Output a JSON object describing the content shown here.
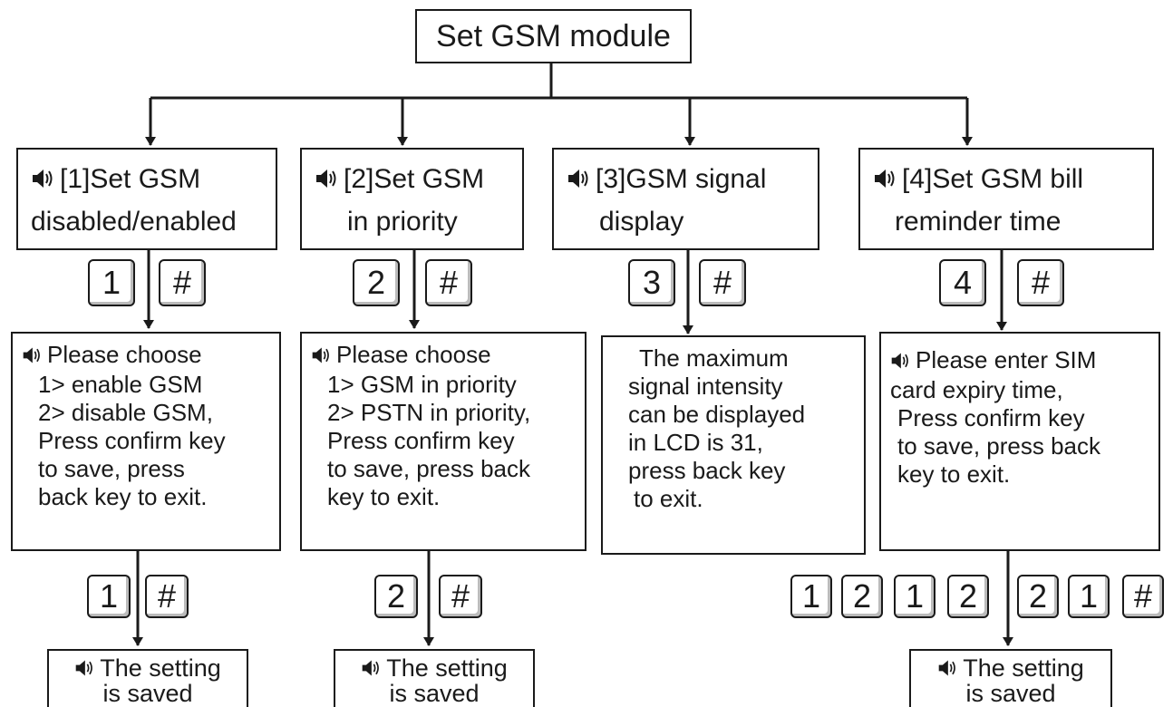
{
  "root": {
    "label": "Set GSM module"
  },
  "icons": {
    "speaker": "speaker-icon"
  },
  "options": [
    {
      "line1": "[1]Set GSM",
      "line2": "disabled/enabled",
      "menu_keys": [
        "1",
        "#"
      ],
      "prompt": [
        "Please choose",
        "1> enable GSM",
        "2> disable GSM,",
        "Press confirm key",
        "to save, press",
        "back key to exit."
      ],
      "confirm_keys": [
        "1",
        "#"
      ],
      "result": [
        "The setting",
        "is saved"
      ]
    },
    {
      "line1": "[2]Set GSM",
      "line2": "in priority",
      "menu_keys": [
        "2",
        "#"
      ],
      "prompt": [
        "Please choose",
        "1> GSM in priority",
        "2> PSTN in priority,",
        "Press confirm key",
        "to save, press back",
        "key to exit."
      ],
      "confirm_keys": [
        "2",
        "#"
      ],
      "result": [
        "The setting",
        "is saved"
      ]
    },
    {
      "line1": "[3]GSM signal",
      "line2": "display",
      "menu_keys": [
        "3",
        "#"
      ],
      "prompt": [
        "The maximum",
        "signal intensity",
        "can be displayed",
        "in LCD is 31,",
        "press back key",
        "to exit."
      ]
    },
    {
      "line1": "[4]Set GSM bill",
      "line2": "reminder time",
      "menu_keys": [
        "4",
        "#"
      ],
      "prompt": [
        "Please enter SIM",
        "card expiry time,",
        "Press confirm key",
        "to save, press back",
        "key to exit."
      ],
      "confirm_keys": [
        "1",
        "2",
        "1",
        "2",
        "2",
        "1",
        "#"
      ],
      "result": [
        "The setting",
        "is saved"
      ]
    }
  ]
}
